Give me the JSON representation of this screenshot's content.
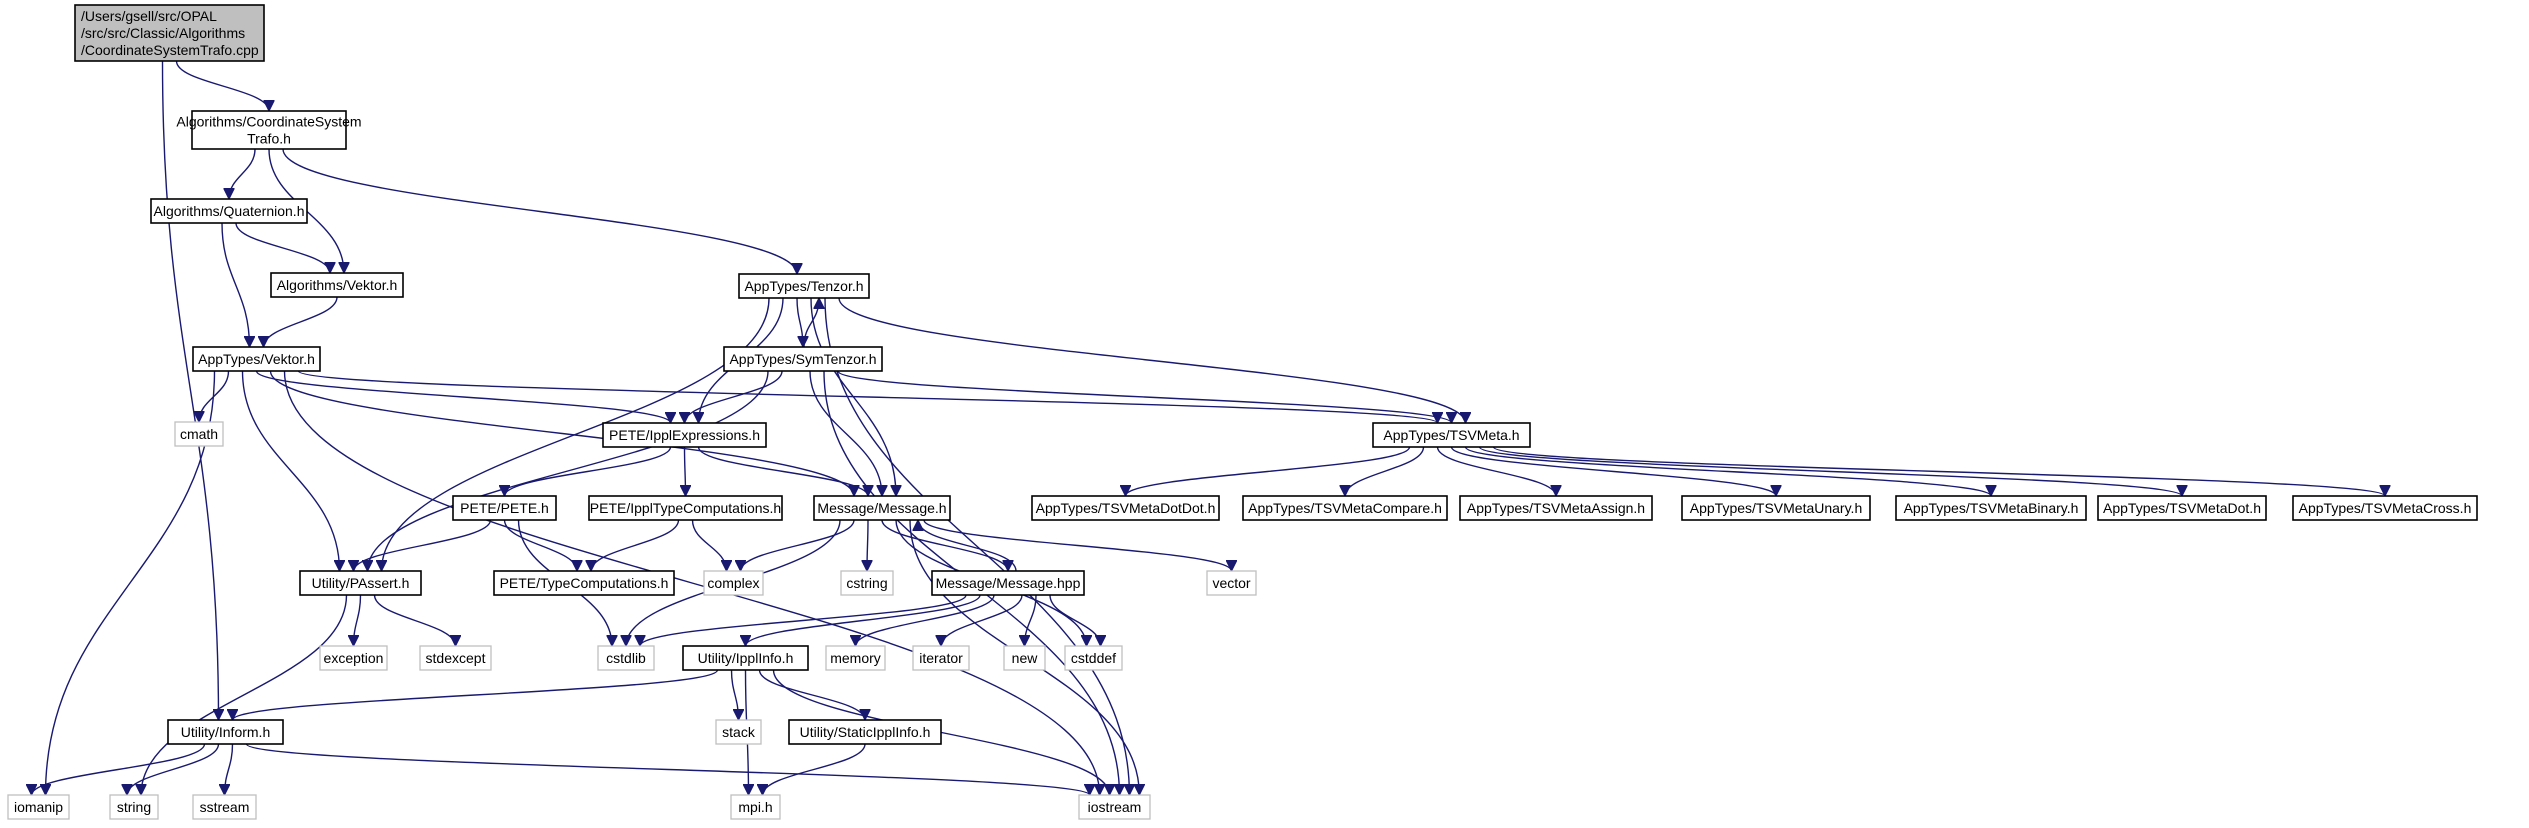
{
  "graph": {
    "root": "/Users/gsell/src/OPAL/src/src/Classic/Algorithms/CoordinateSystemTrafo.cpp",
    "nodes": [
      {
        "id": "root",
        "kind": "root",
        "lines": [
          "/Users/gsell/src/OPAL",
          "/src/src/Classic/Algorithms",
          "/CoordinateSystemTrafo.cpp"
        ]
      },
      {
        "id": "cst_h",
        "kind": "project",
        "lines": [
          "Algorithms/CoordinateSystem",
          "Trafo.h"
        ]
      },
      {
        "id": "quaternion",
        "kind": "project",
        "lines": [
          "Algorithms/Quaternion.h"
        ]
      },
      {
        "id": "alg_vektor",
        "kind": "project",
        "lines": [
          "Algorithms/Vektor.h"
        ]
      },
      {
        "id": "app_vektor",
        "kind": "project",
        "lines": [
          "AppTypes/Vektor.h"
        ]
      },
      {
        "id": "tenzor",
        "kind": "project",
        "lines": [
          "AppTypes/Tenzor.h"
        ]
      },
      {
        "id": "symtenzor",
        "kind": "project",
        "lines": [
          "AppTypes/SymTenzor.h"
        ]
      },
      {
        "id": "ippl_expr",
        "kind": "project",
        "lines": [
          "PETE/IpplExpressions.h"
        ]
      },
      {
        "id": "tsvmeta",
        "kind": "project",
        "lines": [
          "AppTypes/TSVMeta.h"
        ]
      },
      {
        "id": "pete",
        "kind": "project",
        "lines": [
          "PETE/PETE.h"
        ]
      },
      {
        "id": "ippl_typecomp",
        "kind": "project",
        "lines": [
          "PETE/IpplTypeComputations.h"
        ]
      },
      {
        "id": "message_h",
        "kind": "project",
        "lines": [
          "Message/Message.h"
        ]
      },
      {
        "id": "tsv_dotdot",
        "kind": "project",
        "lines": [
          "AppTypes/TSVMetaDotDot.h"
        ]
      },
      {
        "id": "tsv_compare",
        "kind": "project",
        "lines": [
          "AppTypes/TSVMetaCompare.h"
        ]
      },
      {
        "id": "tsv_assign",
        "kind": "project",
        "lines": [
          "AppTypes/TSVMetaAssign.h"
        ]
      },
      {
        "id": "tsv_unary",
        "kind": "project",
        "lines": [
          "AppTypes/TSVMetaUnary.h"
        ]
      },
      {
        "id": "tsv_binary",
        "kind": "project",
        "lines": [
          "AppTypes/TSVMetaBinary.h"
        ]
      },
      {
        "id": "tsv_dot",
        "kind": "project",
        "lines": [
          "AppTypes/TSVMetaDot.h"
        ]
      },
      {
        "id": "tsv_cross",
        "kind": "project",
        "lines": [
          "AppTypes/TSVMetaCross.h"
        ]
      },
      {
        "id": "passert",
        "kind": "project",
        "lines": [
          "Utility/PAssert.h"
        ]
      },
      {
        "id": "typecomp",
        "kind": "project",
        "lines": [
          "PETE/TypeComputations.h"
        ]
      },
      {
        "id": "message_hpp",
        "kind": "project",
        "lines": [
          "Message/Message.hpp"
        ]
      },
      {
        "id": "ipplinfo",
        "kind": "project",
        "lines": [
          "Utility/IpplInfo.h"
        ]
      },
      {
        "id": "staticipplinfo",
        "kind": "project",
        "lines": [
          "Utility/StaticIpplInfo.h"
        ]
      },
      {
        "id": "inform",
        "kind": "project",
        "lines": [
          "Utility/Inform.h"
        ]
      },
      {
        "id": "cmath",
        "kind": "system",
        "lines": [
          "cmath"
        ]
      },
      {
        "id": "complex",
        "kind": "system",
        "lines": [
          "complex"
        ]
      },
      {
        "id": "cstring",
        "kind": "system",
        "lines": [
          "cstring"
        ]
      },
      {
        "id": "vector",
        "kind": "system",
        "lines": [
          "vector"
        ]
      },
      {
        "id": "exception",
        "kind": "system",
        "lines": [
          "exception"
        ]
      },
      {
        "id": "stdexcept",
        "kind": "system",
        "lines": [
          "stdexcept"
        ]
      },
      {
        "id": "cstdlib",
        "kind": "system",
        "lines": [
          "cstdlib"
        ]
      },
      {
        "id": "memory",
        "kind": "system",
        "lines": [
          "memory"
        ]
      },
      {
        "id": "iterator",
        "kind": "system",
        "lines": [
          "iterator"
        ]
      },
      {
        "id": "new",
        "kind": "system",
        "lines": [
          "new"
        ]
      },
      {
        "id": "cstddef",
        "kind": "system",
        "lines": [
          "cstddef"
        ]
      },
      {
        "id": "stack",
        "kind": "system",
        "lines": [
          "stack"
        ]
      },
      {
        "id": "iomanip",
        "kind": "system",
        "lines": [
          "iomanip"
        ]
      },
      {
        "id": "string",
        "kind": "system",
        "lines": [
          "string"
        ]
      },
      {
        "id": "sstream",
        "kind": "system",
        "lines": [
          "sstream"
        ]
      },
      {
        "id": "mpi",
        "kind": "system",
        "lines": [
          "mpi.h"
        ]
      },
      {
        "id": "iostream",
        "kind": "system",
        "lines": [
          "iostream"
        ]
      }
    ],
    "edges": [
      [
        "root",
        "cst_h"
      ],
      [
        "root",
        "inform"
      ],
      [
        "cst_h",
        "quaternion"
      ],
      [
        "cst_h",
        "alg_vektor"
      ],
      [
        "cst_h",
        "tenzor"
      ],
      [
        "quaternion",
        "alg_vektor"
      ],
      [
        "quaternion",
        "app_vektor"
      ],
      [
        "alg_vektor",
        "app_vektor"
      ],
      [
        "app_vektor",
        "cmath"
      ],
      [
        "app_vektor",
        "ippl_expr"
      ],
      [
        "app_vektor",
        "tsvmeta"
      ],
      [
        "app_vektor",
        "message_h"
      ],
      [
        "app_vektor",
        "passert"
      ],
      [
        "app_vektor",
        "iomanip"
      ],
      [
        "app_vektor",
        "iostream"
      ],
      [
        "tenzor",
        "symtenzor"
      ],
      [
        "tenzor",
        "ippl_expr"
      ],
      [
        "tenzor",
        "tsvmeta"
      ],
      [
        "tenzor",
        "message_h"
      ],
      [
        "tenzor",
        "passert"
      ],
      [
        "tenzor",
        "iostream"
      ],
      [
        "symtenzor",
        "tenzor"
      ],
      [
        "symtenzor",
        "ippl_expr"
      ],
      [
        "symtenzor",
        "tsvmeta"
      ],
      [
        "symtenzor",
        "message_h"
      ],
      [
        "symtenzor",
        "passert"
      ],
      [
        "symtenzor",
        "iostream"
      ],
      [
        "ippl_expr",
        "pete"
      ],
      [
        "ippl_expr",
        "ippl_typecomp"
      ],
      [
        "ippl_expr",
        "message_h"
      ],
      [
        "tsvmeta",
        "tsv_dotdot"
      ],
      [
        "tsvmeta",
        "tsv_compare"
      ],
      [
        "tsvmeta",
        "tsv_assign"
      ],
      [
        "tsvmeta",
        "tsv_unary"
      ],
      [
        "tsvmeta",
        "tsv_binary"
      ],
      [
        "tsvmeta",
        "tsv_dot"
      ],
      [
        "tsvmeta",
        "tsv_cross"
      ],
      [
        "pete",
        "passert"
      ],
      [
        "pete",
        "typecomp"
      ],
      [
        "pete",
        "cstdlib"
      ],
      [
        "ippl_typecomp",
        "typecomp"
      ],
      [
        "ippl_typecomp",
        "complex"
      ],
      [
        "message_h",
        "complex"
      ],
      [
        "message_h",
        "cstring"
      ],
      [
        "message_h",
        "message_hpp"
      ],
      [
        "message_h",
        "vector"
      ],
      [
        "message_h",
        "cstdlib"
      ],
      [
        "message_h",
        "cstddef"
      ],
      [
        "message_h",
        "iostream"
      ],
      [
        "message_hpp",
        "message_h"
      ],
      [
        "message_hpp",
        "cstdlib"
      ],
      [
        "message_hpp",
        "ipplinfo"
      ],
      [
        "message_hpp",
        "memory"
      ],
      [
        "message_hpp",
        "iterator"
      ],
      [
        "message_hpp",
        "new"
      ],
      [
        "message_hpp",
        "cstddef"
      ],
      [
        "passert",
        "exception"
      ],
      [
        "passert",
        "stdexcept"
      ],
      [
        "passert",
        "string"
      ],
      [
        "ipplinfo",
        "inform"
      ],
      [
        "ipplinfo",
        "stack"
      ],
      [
        "ipplinfo",
        "staticipplinfo"
      ],
      [
        "ipplinfo",
        "mpi"
      ],
      [
        "ipplinfo",
        "iostream"
      ],
      [
        "staticipplinfo",
        "mpi"
      ],
      [
        "inform",
        "iomanip"
      ],
      [
        "inform",
        "string"
      ],
      [
        "inform",
        "sstream"
      ],
      [
        "inform",
        "iostream"
      ]
    ]
  }
}
